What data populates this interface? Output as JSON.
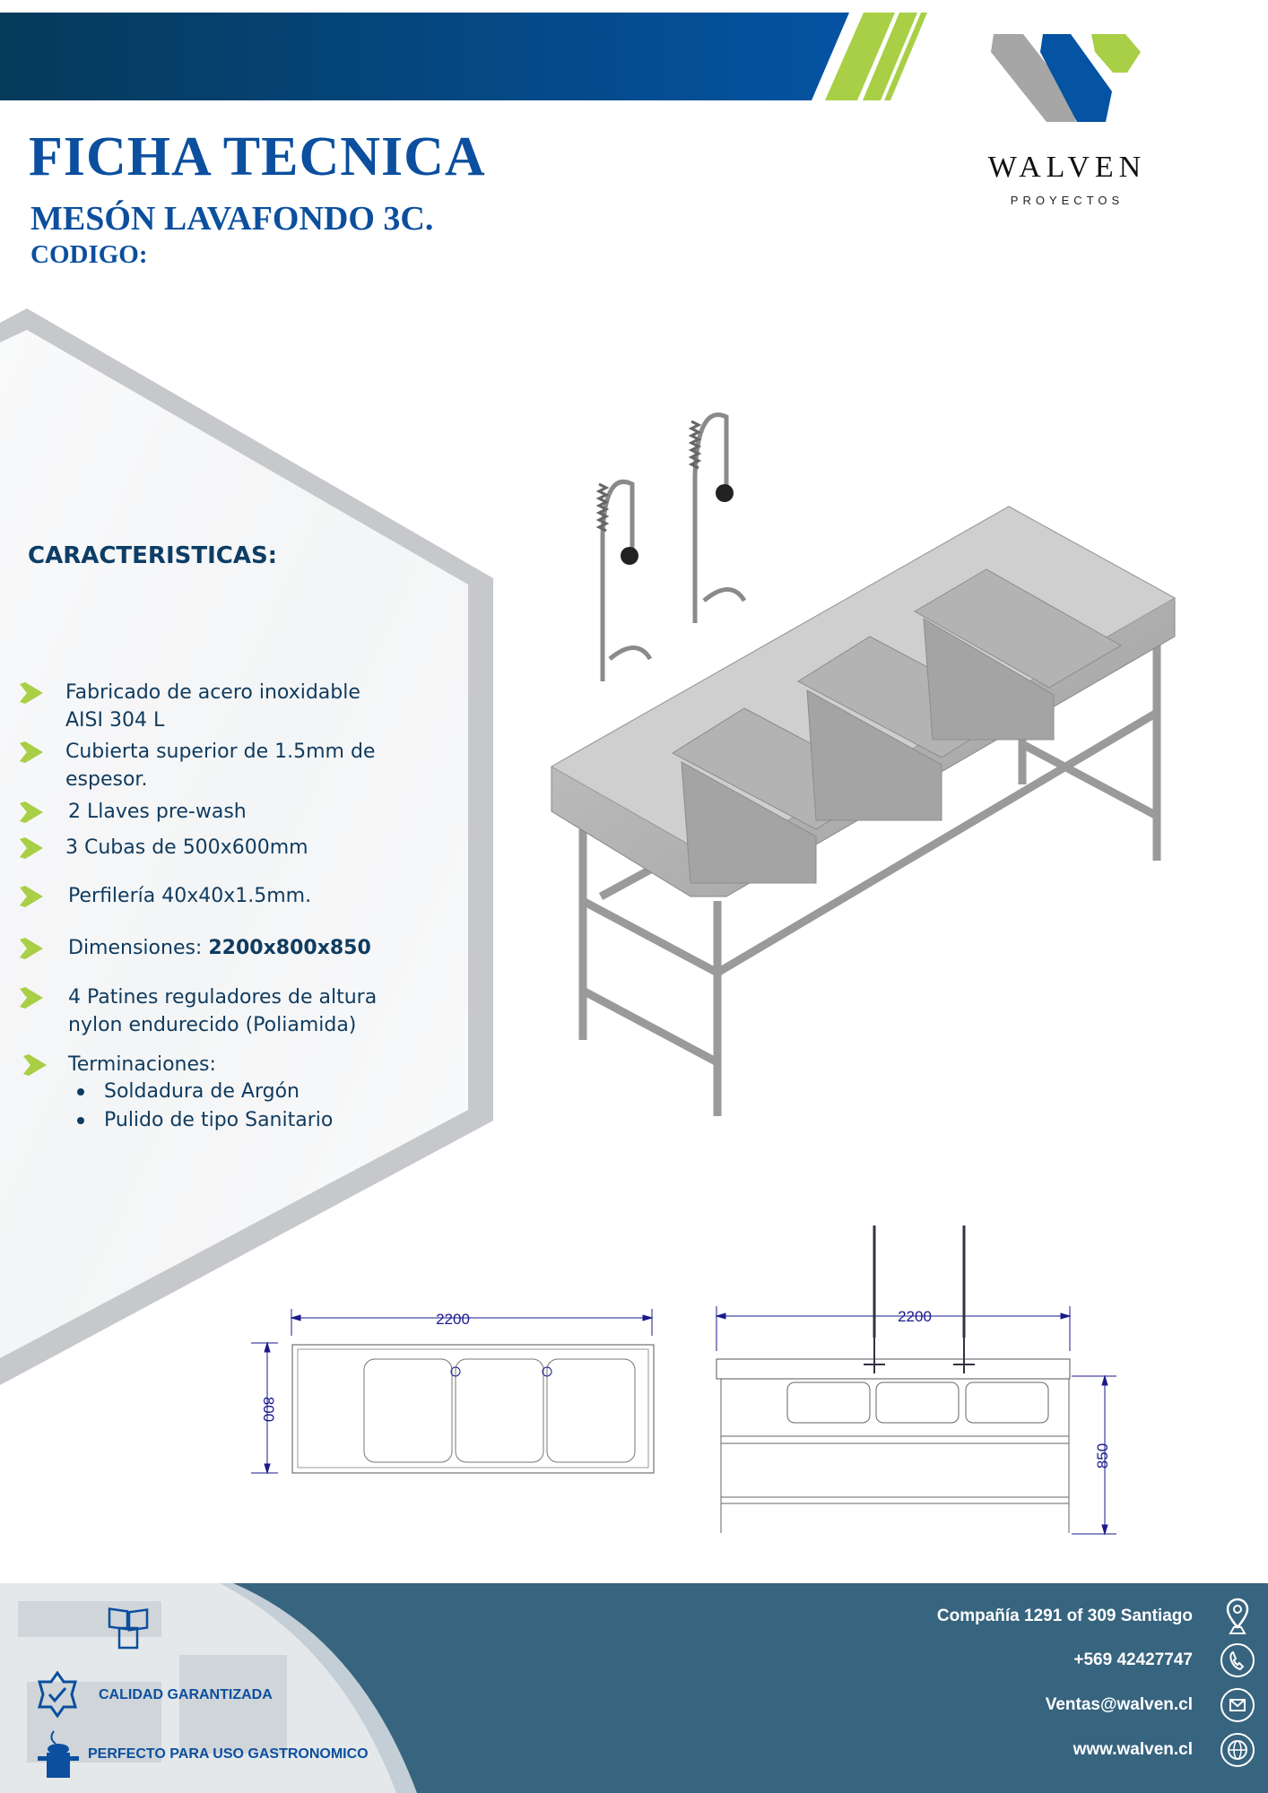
{
  "header": {
    "title": "FICHA TECNICA",
    "product_name": "MESÓN LAVAFONDO 3C.",
    "code_label": "CODIGO:"
  },
  "logo": {
    "name": "WALVEN",
    "tagline": "PROYECTOS"
  },
  "colors": {
    "brand_blue": "#0b4f9e",
    "brand_green": "#a8cf45",
    "navy": "#043a5c",
    "footer": "#37647f",
    "text_dark": "#0f3b5f"
  },
  "characteristics": {
    "title": "CARACTERISTICAS:",
    "items": [
      {
        "lines": [
          "Fabricado de acero inoxidable",
          "AISI 304 L"
        ]
      },
      {
        "lines": [
          "Cubierta superior de 1.5mm de",
          "espesor."
        ]
      },
      {
        "lines": [
          "2 Llaves pre-wash"
        ]
      },
      {
        "lines": [
          "3 Cubas de 500x600mm"
        ]
      },
      {
        "lines": [
          "Perfilería 40x40x1.5mm."
        ]
      },
      {
        "label": "Dimensiones: ",
        "value": "2200x800x850"
      },
      {
        "lines": [
          "4 Patines reguladores de altura",
          "nylon endurecido (Poliamida)"
        ]
      },
      {
        "lines": [
          "Terminaciones:"
        ],
        "sub": [
          "Soldadura de Argón",
          "Pulido de tipo Sanitario"
        ]
      }
    ]
  },
  "drawings": {
    "top_view": {
      "width_label": "2200",
      "depth_label": "800"
    },
    "front_view": {
      "width_label": "2200",
      "height_label": "850"
    }
  },
  "footer": {
    "badges": [
      "CALIDAD GARANTIZADA",
      "PERFECTO PARA USO GASTRONOMICO"
    ],
    "contact": {
      "address": "Compañía 1291 of 309 Santiago",
      "phone": "+569 42427747",
      "email": "Ventas@walven.cl",
      "web": "www.walven.cl"
    }
  }
}
